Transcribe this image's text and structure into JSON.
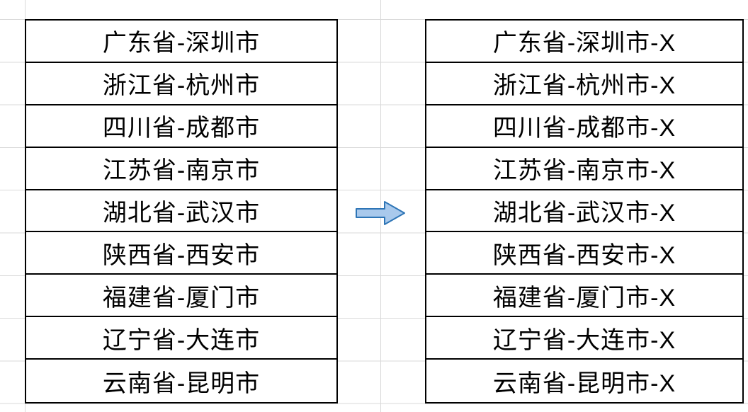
{
  "source_column": {
    "cells": [
      "广东省-深圳市",
      "浙江省-杭州市",
      "四川省-成都市",
      "江苏省-南京市",
      "湖北省-武汉市",
      "陕西省-西安市",
      "福建省-厦门市",
      "辽宁省-大连市",
      "云南省-昆明市"
    ]
  },
  "result_column": {
    "cells": [
      "广东省-深圳市-X",
      "浙江省-杭州市-X",
      "四川省-成都市-X",
      "江苏省-南京市-X",
      "湖北省-武汉市-X",
      "陕西省-西安市-X",
      "福建省-厦门市-X",
      "辽宁省-大连市-X",
      "云南省-昆明市-X"
    ]
  },
  "arrow": {
    "direction": "right",
    "fill": "#A9C9EC",
    "stroke": "#2E75B6"
  },
  "grid": {
    "gridline_color": "#D9D9D9",
    "cell_border_color": "#000000",
    "text_color": "#000000"
  }
}
